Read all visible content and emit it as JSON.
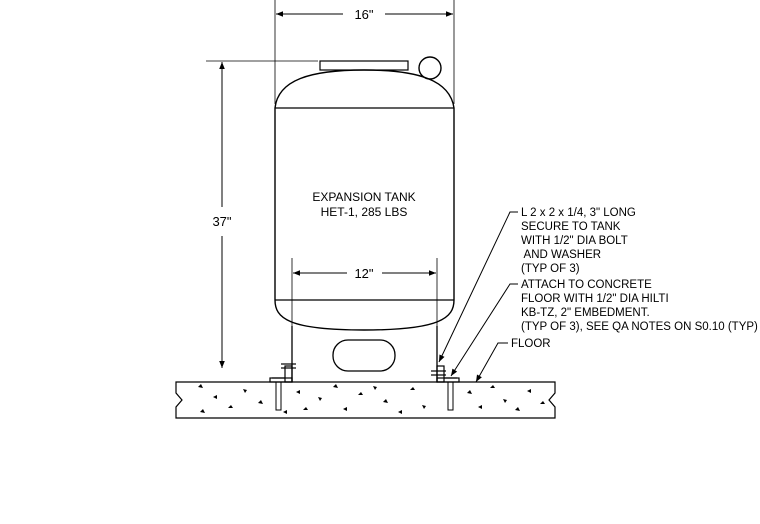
{
  "dimensions": {
    "width_top": "16\"",
    "height": "37\"",
    "width_base": "12\""
  },
  "tank": {
    "name_line1": "EXPANSION TANK",
    "name_line2": "HET-1, 285 LBS"
  },
  "notes": {
    "angle": {
      "line1": "L 2 x 2 x 1/4, 3\" LONG",
      "line2": "SECURE TO TANK",
      "line3": "WITH 1/2\" DIA BOLT",
      "line4": " AND WASHER",
      "line5": "(TYP OF 3)"
    },
    "anchor": {
      "line1": "ATTACH TO CONCRETE",
      "line2": "FLOOR WITH 1/2\" DIA HILTI",
      "line3": "KB-TZ, 2\" EMBEDMENT.",
      "line4": "(TYP OF 3), SEE QA NOTES ON S0.10 (TYP)"
    },
    "floor": "FLOOR"
  }
}
